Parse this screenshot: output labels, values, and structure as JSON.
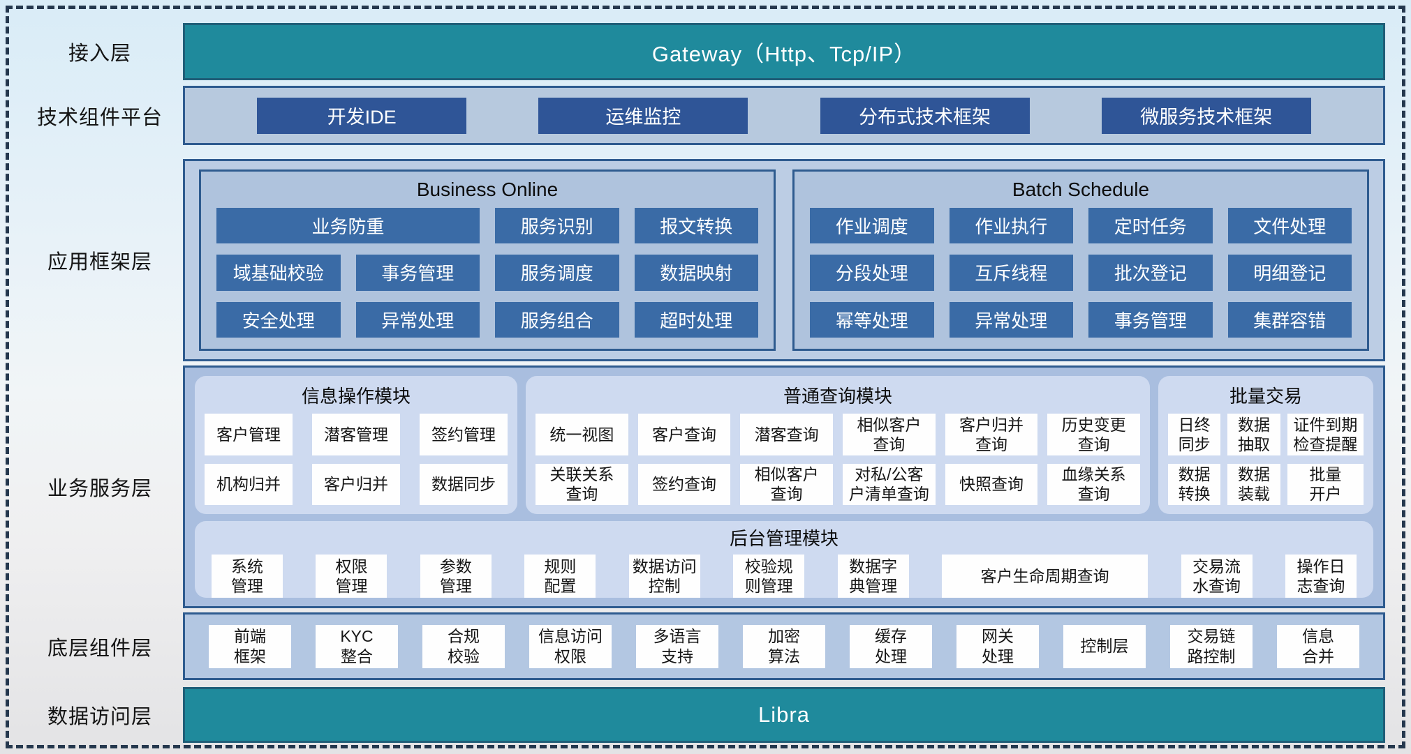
{
  "colors": {
    "teal": "#1F8A9C",
    "navy_button": "#2F5597",
    "steel_button": "#3A6BA6",
    "panel_fill": "#CEDAF0",
    "box_fill": "#B3C7E2",
    "border_blue": "#2E5B8F"
  },
  "layers": {
    "access": "接入层",
    "tech": "技术组件平台",
    "app": "应用框架层",
    "service": "业务服务层",
    "bottom": "底层组件层",
    "data": "数据访问层"
  },
  "gateway": {
    "title": "Gateway（Http、Tcp/IP）"
  },
  "tech_platform": {
    "items": [
      {
        "label": "开发IDE"
      },
      {
        "label": "运维监控"
      },
      {
        "label": "分布式技术框架"
      },
      {
        "label": "微服务技术框架"
      }
    ]
  },
  "app_framework": {
    "business_online": {
      "title": "Business Online",
      "items": [
        {
          "label": "业务防重",
          "span": 2
        },
        {
          "label": "服务识别"
        },
        {
          "label": "报文转换"
        },
        {
          "label": "域基础校验"
        },
        {
          "label": "事务管理"
        },
        {
          "label": "服务调度"
        },
        {
          "label": "数据映射"
        },
        {
          "label": "安全处理"
        },
        {
          "label": "异常处理"
        },
        {
          "label": "服务组合"
        },
        {
          "label": "超时处理"
        }
      ]
    },
    "batch_schedule": {
      "title": "Batch Schedule",
      "items": [
        {
          "label": "作业调度"
        },
        {
          "label": "作业执行"
        },
        {
          "label": "定时任务"
        },
        {
          "label": "文件处理"
        },
        {
          "label": "分段处理"
        },
        {
          "label": "互斥线程"
        },
        {
          "label": "批次登记"
        },
        {
          "label": "明细登记"
        },
        {
          "label": "幂等处理"
        },
        {
          "label": "异常处理"
        },
        {
          "label": "事务管理"
        },
        {
          "label": "集群容错"
        }
      ]
    }
  },
  "business_service": {
    "info_module": {
      "title": "信息操作模块",
      "items": [
        {
          "label": "客户管理"
        },
        {
          "label": "潜客管理"
        },
        {
          "label": "签约管理"
        },
        {
          "label": "机构归并"
        },
        {
          "label": "客户归并"
        },
        {
          "label": "数据同步"
        }
      ]
    },
    "query_module": {
      "title": "普通查询模块",
      "items": [
        {
          "label": "统一视图"
        },
        {
          "label": "客户查询"
        },
        {
          "label": "潜客查询"
        },
        {
          "label": "相似客户\n查询"
        },
        {
          "label": "客户归并\n查询"
        },
        {
          "label": "历史变更\n查询"
        },
        {
          "label": "关联关系\n查询"
        },
        {
          "label": "签约查询"
        },
        {
          "label": "相似客户\n查询"
        },
        {
          "label": "对私/公客\n户清单查询"
        },
        {
          "label": "快照查询"
        },
        {
          "label": "血缘关系\n查询"
        }
      ]
    },
    "batch_module": {
      "title": "批量交易",
      "items": [
        {
          "label": "日终\n同步"
        },
        {
          "label": "数据\n抽取"
        },
        {
          "label": "证件到期\n检查提醒"
        },
        {
          "label": "数据\n转换"
        },
        {
          "label": "数据\n装载"
        },
        {
          "label": "批量\n开户"
        }
      ]
    },
    "admin_module": {
      "title": "后台管理模块",
      "items": [
        {
          "label": "系统\n管理"
        },
        {
          "label": "权限\n管理"
        },
        {
          "label": "参数\n管理"
        },
        {
          "label": "规则\n配置"
        },
        {
          "label": "数据访问\n控制"
        },
        {
          "label": "校验规\n则管理"
        },
        {
          "label": "数据字\n典管理"
        },
        {
          "label": "客户生命周期查询",
          "wide": true
        },
        {
          "label": "交易流\n水查询"
        },
        {
          "label": "操作日\n志查询"
        }
      ]
    }
  },
  "bottom_components": {
    "items": [
      {
        "label": "前端\n框架"
      },
      {
        "label": "KYC\n整合"
      },
      {
        "label": "合规\n校验"
      },
      {
        "label": "信息访问\n权限"
      },
      {
        "label": "多语言\n支持"
      },
      {
        "label": "加密\n算法"
      },
      {
        "label": "缓存\n处理"
      },
      {
        "label": "网关\n处理"
      },
      {
        "label": "控制层"
      },
      {
        "label": "交易链\n路控制"
      },
      {
        "label": "信息\n合并"
      }
    ]
  },
  "data_access": {
    "title": "Libra"
  }
}
